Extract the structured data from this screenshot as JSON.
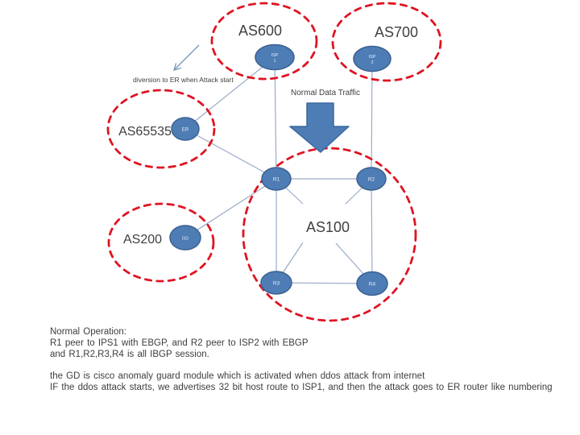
{
  "diagram": {
    "as_labels": {
      "as600": "AS600",
      "as700": "AS700",
      "as65535": "AS65535",
      "as200": "AS200",
      "as100": "AS100"
    },
    "nodes": {
      "isp1": {
        "line1": "ISP",
        "line2": "1"
      },
      "isp2": {
        "line1": "ISP",
        "line2": "2"
      },
      "er": {
        "label": "ER"
      },
      "gd": {
        "label": "GD"
      },
      "r1": {
        "label": "R1"
      },
      "r2": {
        "label": "R2"
      },
      "r3": {
        "label": "R3"
      },
      "r4": {
        "label": "R4"
      }
    },
    "annotations": {
      "diversion": "diversion to ER when Attack start",
      "normal_traffic": "Normal Data Traffic"
    }
  },
  "notes": {
    "para1": [
      "Normal Operation:",
      "R1 peer to IPS1 with EBGP, and R2 peer to ISP2 with EBGP",
      "and R1,R2,R3,R4 is all IBGP session."
    ],
    "para2": [
      "the GD is cisco anomaly guard module which is activated when ddos attack from internet",
      "IF the ddos attack starts, we advertises 32 bit host route to ISP1, and then the attack goes to ER router like numbering"
    ]
  },
  "colors": {
    "as_boundary_red": "#df1422",
    "node_fill_blue": "#4e7db5",
    "node_border_blue": "#3a6191",
    "connector_blue_gray": "#9aabc8",
    "traffic_arrow_fill": "#4e7db5",
    "text_dark_gray": "#3f3f3f"
  }
}
